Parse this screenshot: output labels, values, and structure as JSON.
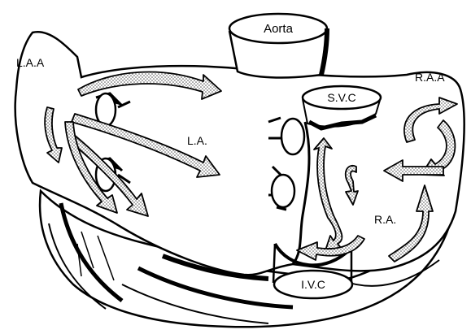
{
  "labels": {
    "aorta": "Aorta",
    "laa": "L.A.A",
    "raa": "R.A.A",
    "la": "L.A.",
    "svc": "S.V.C",
    "ra": "R.A.",
    "ivc": "I.V.C"
  },
  "colors": {
    "ink": "#000000",
    "paper": "#ffffff",
    "arrow_fill": "#d9d9d9"
  }
}
